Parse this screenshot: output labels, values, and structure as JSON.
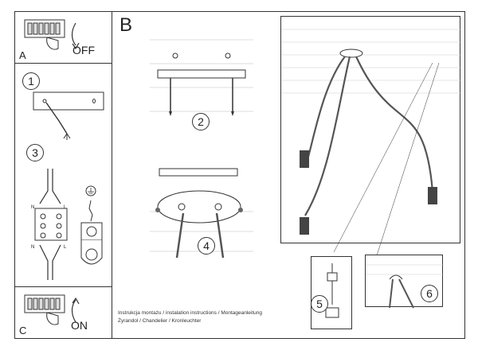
{
  "panels": {
    "a_label": "A",
    "off_label": "OFF",
    "b_label": "B",
    "c_label": "C",
    "on_label": "ON"
  },
  "steps": [
    "1",
    "2",
    "3",
    "4",
    "5",
    "6"
  ],
  "caption": {
    "line1": "Instrukcja montażu / instalation instructions / Montageanleitung",
    "line2": "Żyrandol / Chandelier / Kronleuchter"
  },
  "terminal_marks": [
    "N",
    "L",
    "N",
    "L"
  ]
}
